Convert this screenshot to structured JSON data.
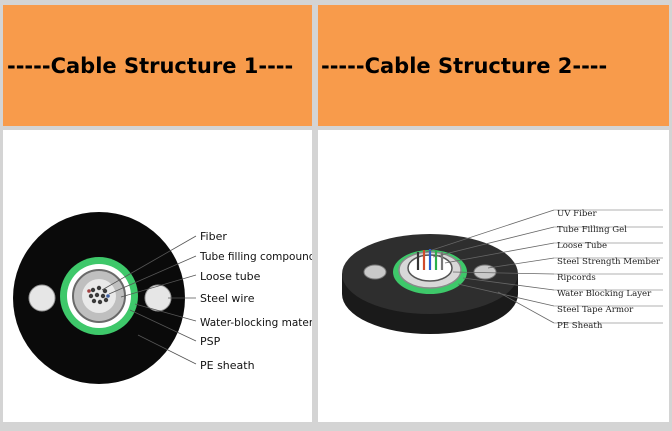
{
  "headers": {
    "left": "-----Cable Structure 1----",
    "right": "-----Cable Structure 2----"
  },
  "cable1": {
    "labels": {
      "fiber": "Fiber",
      "tube_filling": "Tube filling compound",
      "loose_tube": "Loose tube",
      "steel_wire": "Steel wire",
      "water_blocking": "Water-blocking mater",
      "psp": "PSP",
      "pe_sheath": "PE sheath"
    }
  },
  "cable2": {
    "labels": {
      "uv_fiber": "UV Fiber",
      "tube_filling_gel": "Tube Filling Gel",
      "loose_tube": "Loose Tube",
      "steel_strength": "Steel Strength Member",
      "ripcords": "Ripcords",
      "water_blocking_layer": "Water Blocking Layer",
      "steel_tape_armor": "Steel Tape Armor",
      "pe_sheath": "PE Sheath"
    }
  },
  "colors": {
    "header_bg": "#f89b4b",
    "sheath": "#0a0a0a",
    "green_layer": "#3ec86a"
  }
}
